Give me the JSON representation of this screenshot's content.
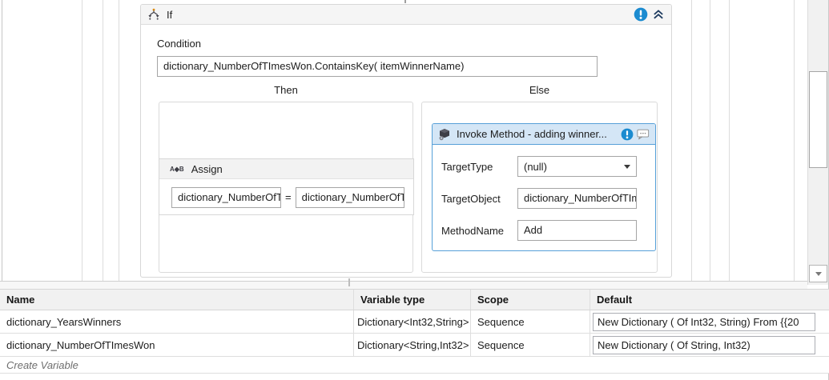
{
  "designer": {
    "if": {
      "title": "If",
      "condition_label": "Condition",
      "condition_value": "dictionary_NumberOfTImesWon.ContainsKey( itemWinnerName)",
      "then_label": "Then",
      "else_label": "Else"
    },
    "assign": {
      "icon_text": "A◆B",
      "title": "Assign",
      "to": "dictionary_NumberOfTImesWon",
      "eq": "=",
      "value": "dictionary_NumberOfTImesWon"
    },
    "invoke": {
      "title": "Invoke Method - adding winner...",
      "fields": [
        {
          "label": "TargetType",
          "value": "(null)"
        },
        {
          "label": "TargetObject",
          "value": "dictionary_NumberOfTImesWon"
        },
        {
          "label": "MethodName",
          "value": "Add"
        }
      ]
    }
  },
  "variables": {
    "columns": [
      "Name",
      "Variable type",
      "Scope",
      "Default"
    ],
    "rows": [
      {
        "name": "dictionary_YearsWinners",
        "type": "Dictionary<Int32,String>",
        "scope": "Sequence",
        "default": "New Dictionary ( Of Int32, String) From {{20"
      },
      {
        "name": "dictionary_NumberOfTImesWon",
        "type": "Dictionary<String,Int32>",
        "scope": "Sequence",
        "default": "New Dictionary ( Of String, Int32)"
      }
    ],
    "create_variable": "Create Variable"
  },
  "colors": {
    "selection_blue": "#56a0d8",
    "selection_header_bg": "#d4e6f6",
    "validation_blue": "#1b8bd0",
    "activity_header_bg": "#f5f5f5",
    "box_border": "#d7d7d7",
    "input_border": "#a5a5a5"
  }
}
